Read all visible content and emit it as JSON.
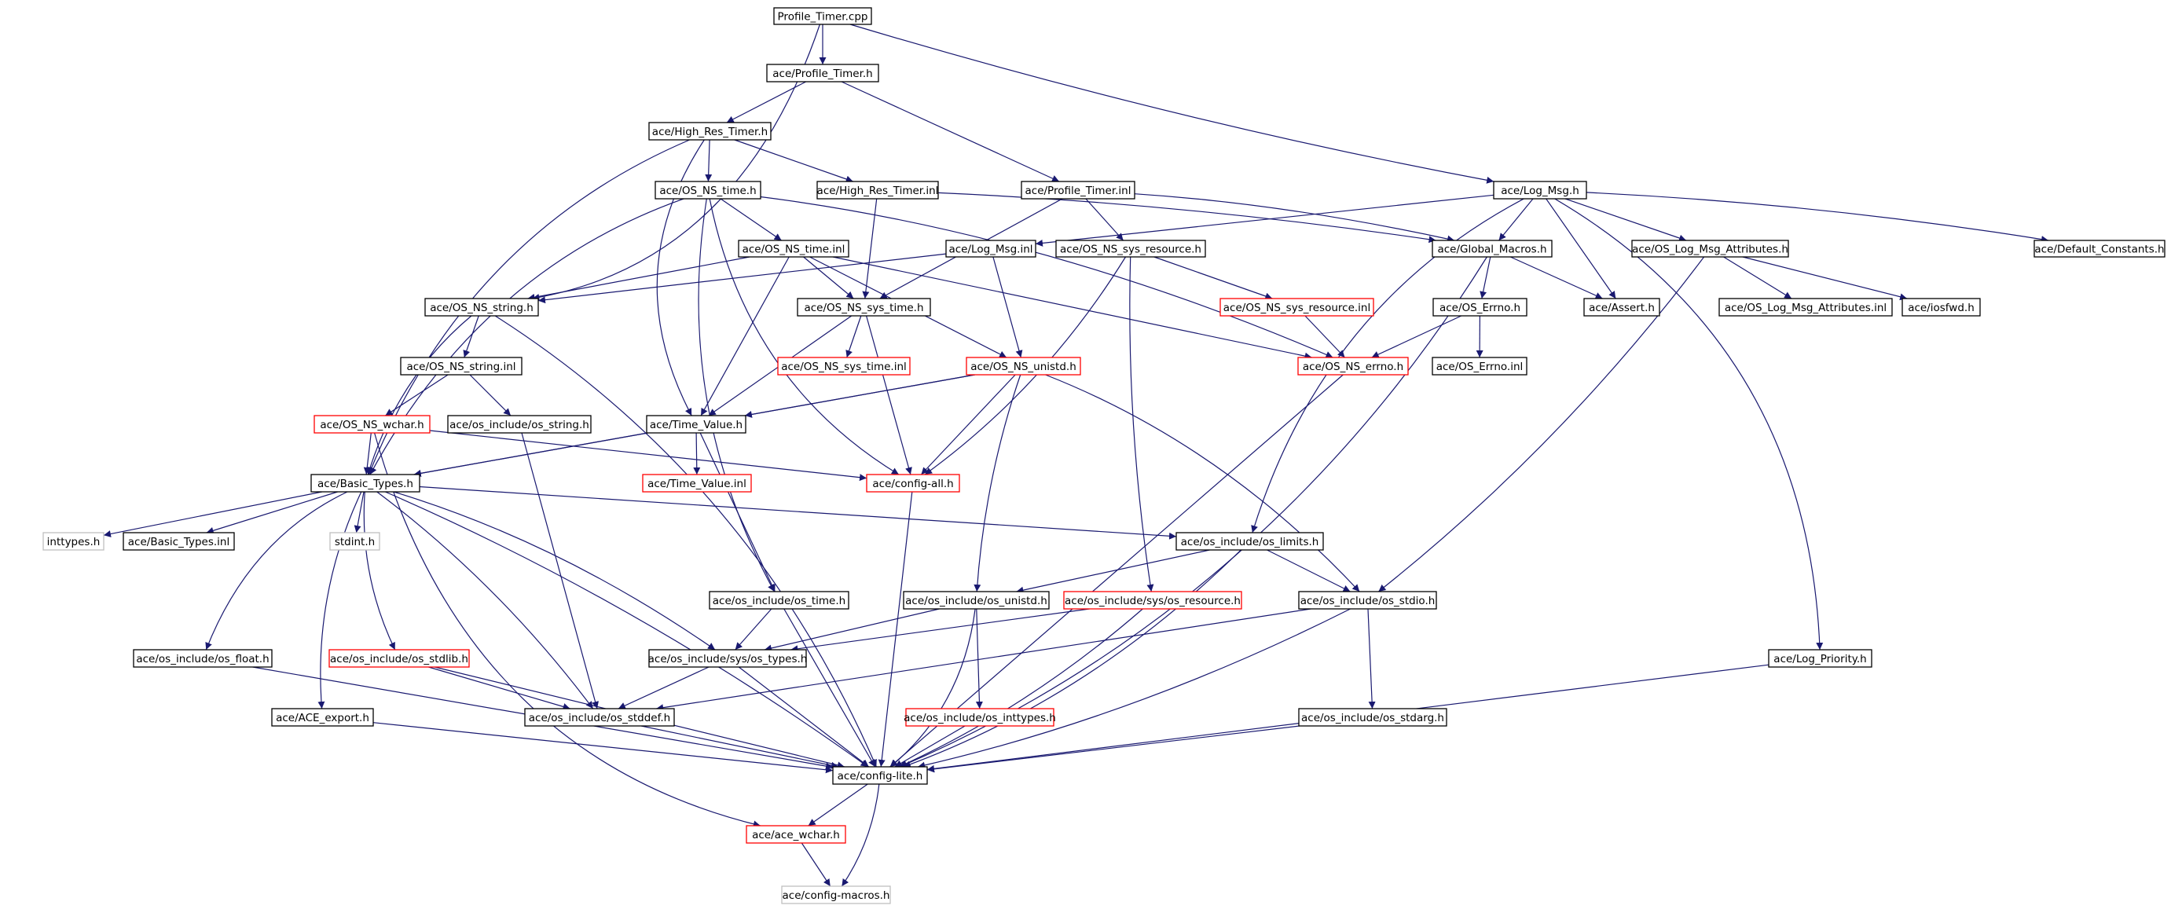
{
  "diagram": {
    "colors": {
      "edge": "#191970",
      "normal_border": "#000000",
      "truncated_border": "#ff0000",
      "external_border": "#bfbfbf",
      "root_fill": "#bfbfbf"
    },
    "nodes": [
      {
        "id": "profile_timer_cpp",
        "label": "Profile_Timer.cpp",
        "style": "root"
      },
      {
        "id": "profile_timer_h",
        "label": "ace/Profile_Timer.h",
        "style": "normal"
      },
      {
        "id": "high_res_timer_h",
        "label": "ace/High_Res_Timer.h",
        "style": "normal"
      },
      {
        "id": "profile_timer_inl",
        "label": "ace/Profile_Timer.inl",
        "style": "normal"
      },
      {
        "id": "log_msg_h",
        "label": "ace/Log_Msg.h",
        "style": "normal"
      },
      {
        "id": "os_ns_time_h",
        "label": "ace/OS_NS_time.h",
        "style": "normal"
      },
      {
        "id": "high_res_timer_inl",
        "label": "ace/High_Res_Timer.inl",
        "style": "normal"
      },
      {
        "id": "os_ns_time_inl",
        "label": "ace/OS_NS_time.inl",
        "style": "normal"
      },
      {
        "id": "log_msg_inl",
        "label": "ace/Log_Msg.inl",
        "style": "normal"
      },
      {
        "id": "os_ns_sys_resource_h",
        "label": "ace/OS_NS_sys_resource.h",
        "style": "normal"
      },
      {
        "id": "global_macros_h",
        "label": "ace/Global_Macros.h",
        "style": "normal"
      },
      {
        "id": "os_log_msg_attributes_h",
        "label": "ace/OS_Log_Msg_Attributes.h",
        "style": "normal"
      },
      {
        "id": "default_constants_h",
        "label": "ace/Default_Constants.h",
        "style": "normal"
      },
      {
        "id": "os_ns_string_h",
        "label": "ace/OS_NS_string.h",
        "style": "normal"
      },
      {
        "id": "os_ns_sys_time_h",
        "label": "ace/OS_NS_sys_time.h",
        "style": "normal"
      },
      {
        "id": "os_ns_sys_resource_inl",
        "label": "ace/OS_NS_sys_resource.inl",
        "style": "truncated"
      },
      {
        "id": "os_errno_h",
        "label": "ace/OS_Errno.h",
        "style": "normal"
      },
      {
        "id": "assert_h",
        "label": "ace/Assert.h",
        "style": "normal"
      },
      {
        "id": "os_log_msg_attributes_inl",
        "label": "ace/OS_Log_Msg_Attributes.inl",
        "style": "normal"
      },
      {
        "id": "iosfwd_h",
        "label": "ace/iosfwd.h",
        "style": "normal"
      },
      {
        "id": "os_ns_string_inl",
        "label": "ace/OS_NS_string.inl",
        "style": "normal"
      },
      {
        "id": "os_ns_sys_time_inl",
        "label": "ace/OS_NS_sys_time.inl",
        "style": "truncated"
      },
      {
        "id": "os_ns_unistd_h",
        "label": "ace/OS_NS_unistd.h",
        "style": "truncated"
      },
      {
        "id": "os_ns_errno_h",
        "label": "ace/OS_NS_errno.h",
        "style": "truncated"
      },
      {
        "id": "os_errno_inl",
        "label": "ace/OS_Errno.inl",
        "style": "normal"
      },
      {
        "id": "os_ns_wchar_h",
        "label": "ace/OS_NS_wchar.h",
        "style": "truncated"
      },
      {
        "id": "os_string_h",
        "label": "ace/os_include/os_string.h",
        "style": "normal"
      },
      {
        "id": "time_value_h",
        "label": "ace/Time_Value.h",
        "style": "normal"
      },
      {
        "id": "basic_types_h",
        "label": "ace/Basic_Types.h",
        "style": "normal"
      },
      {
        "id": "time_value_inl",
        "label": "ace/Time_Value.inl",
        "style": "truncated"
      },
      {
        "id": "config_all_h",
        "label": "ace/config-all.h",
        "style": "truncated"
      },
      {
        "id": "inttypes_h",
        "label": "inttypes.h",
        "style": "external"
      },
      {
        "id": "basic_types_inl",
        "label": "ace/Basic_Types.inl",
        "style": "normal"
      },
      {
        "id": "stdint_h",
        "label": "stdint.h",
        "style": "external"
      },
      {
        "id": "os_limits_h",
        "label": "ace/os_include/os_limits.h",
        "style": "normal"
      },
      {
        "id": "os_time_h",
        "label": "ace/os_include/os_time.h",
        "style": "normal"
      },
      {
        "id": "os_unistd_h",
        "label": "ace/os_include/os_unistd.h",
        "style": "normal"
      },
      {
        "id": "sys_os_resource_h",
        "label": "ace/os_include/sys/os_resource.h",
        "style": "truncated"
      },
      {
        "id": "os_stdio_h",
        "label": "ace/os_include/os_stdio.h",
        "style": "normal"
      },
      {
        "id": "os_float_h",
        "label": "ace/os_include/os_float.h",
        "style": "normal"
      },
      {
        "id": "os_stdlib_h",
        "label": "ace/os_include/os_stdlib.h",
        "style": "truncated"
      },
      {
        "id": "sys_os_types_h",
        "label": "ace/os_include/sys/os_types.h",
        "style": "normal"
      },
      {
        "id": "log_priority_h",
        "label": "ace/Log_Priority.h",
        "style": "normal"
      },
      {
        "id": "ace_export_h",
        "label": "ace/ACE_export.h",
        "style": "normal"
      },
      {
        "id": "os_stddef_h",
        "label": "ace/os_include/os_stddef.h",
        "style": "normal"
      },
      {
        "id": "os_inttypes_h",
        "label": "ace/os_include/os_inttypes.h",
        "style": "truncated"
      },
      {
        "id": "os_stdarg_h",
        "label": "ace/os_include/os_stdarg.h",
        "style": "normal"
      },
      {
        "id": "config_lite_h",
        "label": "ace/config-lite.h",
        "style": "normal"
      },
      {
        "id": "ace_wchar_h",
        "label": "ace/ace_wchar.h",
        "style": "truncated"
      },
      {
        "id": "config_macros_h",
        "label": "ace/config-macros.h",
        "style": "external"
      }
    ],
    "edges": [
      [
        "profile_timer_cpp",
        "profile_timer_h"
      ],
      [
        "profile_timer_cpp",
        "log_msg_h"
      ],
      [
        "profile_timer_cpp",
        "os_ns_string_h"
      ],
      [
        "profile_timer_h",
        "high_res_timer_h"
      ],
      [
        "profile_timer_h",
        "profile_timer_inl"
      ],
      [
        "high_res_timer_h",
        "os_ns_time_h"
      ],
      [
        "high_res_timer_h",
        "high_res_timer_inl"
      ],
      [
        "high_res_timer_h",
        "basic_types_h"
      ],
      [
        "high_res_timer_h",
        "time_value_h"
      ],
      [
        "profile_timer_inl",
        "os_ns_sys_time_h"
      ],
      [
        "profile_timer_inl",
        "os_ns_sys_resource_h"
      ],
      [
        "profile_timer_inl",
        "global_macros_h"
      ],
      [
        "log_msg_h",
        "log_msg_inl"
      ],
      [
        "log_msg_h",
        "global_macros_h"
      ],
      [
        "log_msg_h",
        "os_log_msg_attributes_h"
      ],
      [
        "log_msg_h",
        "default_constants_h"
      ],
      [
        "log_msg_h",
        "assert_h"
      ],
      [
        "log_msg_h",
        "os_limits_h"
      ],
      [
        "log_msg_h",
        "log_priority_h"
      ],
      [
        "os_ns_time_h",
        "os_ns_time_inl"
      ],
      [
        "os_ns_time_h",
        "basic_types_h"
      ],
      [
        "os_ns_time_h",
        "os_time_h"
      ],
      [
        "os_ns_time_h",
        "config_all_h"
      ],
      [
        "os_ns_time_h",
        "os_ns_errno_h"
      ],
      [
        "high_res_timer_inl",
        "os_ns_sys_time_h"
      ],
      [
        "high_res_timer_inl",
        "global_macros_h"
      ],
      [
        "os_ns_time_inl",
        "os_ns_string_h"
      ],
      [
        "os_ns_time_inl",
        "os_ns_sys_time_h"
      ],
      [
        "os_ns_time_inl",
        "os_ns_unistd_h"
      ],
      [
        "os_ns_time_inl",
        "os_ns_errno_h"
      ],
      [
        "os_ns_time_inl",
        "time_value_h"
      ],
      [
        "log_msg_inl",
        "os_ns_string_h"
      ],
      [
        "log_msg_inl",
        "os_ns_unistd_h"
      ],
      [
        "os_ns_sys_resource_h",
        "os_ns_sys_resource_inl"
      ],
      [
        "os_ns_sys_resource_h",
        "config_all_h"
      ],
      [
        "os_ns_sys_resource_h",
        "sys_os_resource_h"
      ],
      [
        "global_macros_h",
        "os_errno_h"
      ],
      [
        "global_macros_h",
        "assert_h"
      ],
      [
        "global_macros_h",
        "config_lite_h"
      ],
      [
        "os_log_msg_attributes_h",
        "os_log_msg_attributes_inl"
      ],
      [
        "os_log_msg_attributes_h",
        "iosfwd_h"
      ],
      [
        "os_log_msg_attributes_h",
        "os_stdio_h"
      ],
      [
        "os_ns_string_h",
        "os_ns_string_inl"
      ],
      [
        "os_ns_string_h",
        "basic_types_h"
      ],
      [
        "os_ns_string_h",
        "config_lite_h"
      ],
      [
        "os_ns_sys_time_h",
        "os_ns_sys_time_inl"
      ],
      [
        "os_ns_sys_time_h",
        "time_value_h"
      ],
      [
        "os_ns_sys_time_h",
        "config_all_h"
      ],
      [
        "os_ns_sys_resource_inl",
        "os_ns_errno_h"
      ],
      [
        "os_errno_h",
        "os_errno_inl"
      ],
      [
        "os_errno_h",
        "os_ns_errno_h"
      ],
      [
        "os_ns_string_inl",
        "os_ns_wchar_h"
      ],
      [
        "os_ns_string_inl",
        "os_string_h"
      ],
      [
        "os_ns_unistd_h",
        "time_value_h"
      ],
      [
        "os_ns_unistd_h",
        "basic_types_h"
      ],
      [
        "os_ns_unistd_h",
        "config_all_h"
      ],
      [
        "os_ns_unistd_h",
        "os_unistd_h"
      ],
      [
        "os_ns_unistd_h",
        "os_stdio_h"
      ],
      [
        "os_ns_errno_h",
        "config_lite_h"
      ],
      [
        "os_ns_wchar_h",
        "basic_types_h"
      ],
      [
        "os_ns_wchar_h",
        "config_all_h"
      ],
      [
        "os_ns_wchar_h",
        "ace_wchar_h"
      ],
      [
        "os_string_h",
        "os_stddef_h"
      ],
      [
        "time_value_h",
        "basic_types_h"
      ],
      [
        "time_value_h",
        "time_value_inl"
      ],
      [
        "time_value_h",
        "os_time_h"
      ],
      [
        "basic_types_h",
        "inttypes_h"
      ],
      [
        "basic_types_h",
        "basic_types_inl"
      ],
      [
        "basic_types_h",
        "stdint_h"
      ],
      [
        "basic_types_h",
        "os_limits_h"
      ],
      [
        "basic_types_h",
        "os_float_h"
      ],
      [
        "basic_types_h",
        "os_stdlib_h"
      ],
      [
        "basic_types_h",
        "sys_os_types_h"
      ],
      [
        "basic_types_h",
        "os_stddef_h"
      ],
      [
        "basic_types_h",
        "ace_export_h"
      ],
      [
        "basic_types_h",
        "config_lite_h"
      ],
      [
        "config_all_h",
        "config_lite_h"
      ],
      [
        "os_limits_h",
        "os_unistd_h"
      ],
      [
        "os_limits_h",
        "os_stdio_h"
      ],
      [
        "os_limits_h",
        "config_lite_h"
      ],
      [
        "os_time_h",
        "sys_os_types_h"
      ],
      [
        "os_time_h",
        "config_lite_h"
      ],
      [
        "os_unistd_h",
        "sys_os_types_h"
      ],
      [
        "os_unistd_h",
        "os_inttypes_h"
      ],
      [
        "os_unistd_h",
        "config_lite_h"
      ],
      [
        "sys_os_resource_h",
        "sys_os_types_h"
      ],
      [
        "sys_os_resource_h",
        "config_lite_h"
      ],
      [
        "os_stdio_h",
        "os_stddef_h"
      ],
      [
        "os_stdio_h",
        "os_stdarg_h"
      ],
      [
        "os_stdio_h",
        "config_lite_h"
      ],
      [
        "os_float_h",
        "config_lite_h"
      ],
      [
        "os_stdlib_h",
        "os_stddef_h"
      ],
      [
        "os_stdlib_h",
        "config_lite_h"
      ],
      [
        "sys_os_types_h",
        "os_stddef_h"
      ],
      [
        "sys_os_types_h",
        "config_lite_h"
      ],
      [
        "log_priority_h",
        "config_lite_h"
      ],
      [
        "ace_export_h",
        "config_lite_h"
      ],
      [
        "os_stddef_h",
        "config_lite_h"
      ],
      [
        "os_inttypes_h",
        "config_lite_h"
      ],
      [
        "os_stdarg_h",
        "config_lite_h"
      ],
      [
        "config_lite_h",
        "ace_wchar_h"
      ],
      [
        "config_lite_h",
        "config_macros_h"
      ],
      [
        "ace_wchar_h",
        "config_macros_h"
      ]
    ]
  }
}
